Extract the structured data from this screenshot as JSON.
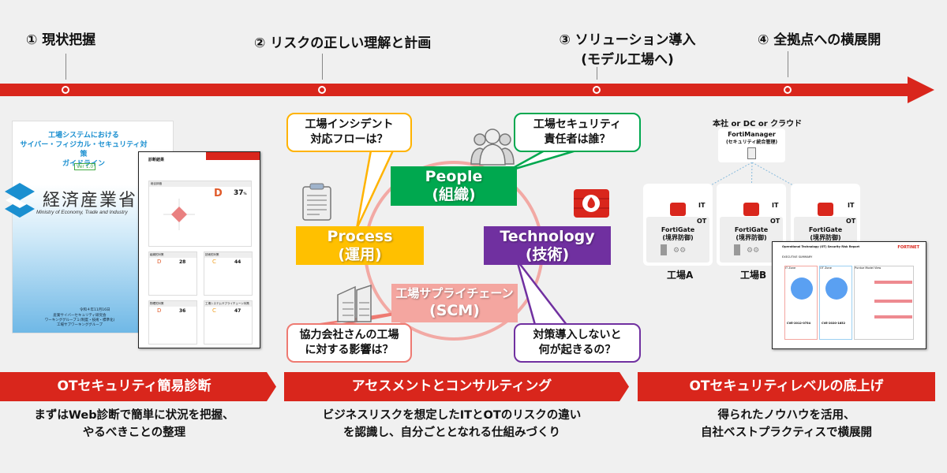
{
  "steps": [
    {
      "label": "① 現状把握"
    },
    {
      "label": "② リスクの正しい理解と計画"
    },
    {
      "label": "③ ソリューション導入",
      "label2": "(モデル工場へ)"
    },
    {
      "label": "④ 全拠点への横展開"
    }
  ],
  "guideline": {
    "title": "工場システムにおける\nサイバー・フィジカル・セキュリティ対策\nガイドライン",
    "version": "Ver 1.0",
    "ministry": "経済産業省",
    "ministry_en": "Ministry of Economy, Trade and Industry",
    "date": "令和４年11月16日",
    "org": "産業サイバーセキュリティ研究会\nワーキンググループ１(制度・技術・標準化)\n工場サブワーキンググループ"
  },
  "report": {
    "title": "診断結果",
    "overall": "総合評価",
    "grade": "D",
    "score": "37",
    "unit": "%",
    "cards": [
      {
        "title": "組織的対策",
        "grade": "D",
        "score": "28"
      },
      {
        "title": "技術的対策",
        "grade": "C",
        "score": "44"
      },
      {
        "title": "物理的対策",
        "grade": "D",
        "score": "36"
      },
      {
        "title": "工場システムサプライチェーン対策",
        "grade": "C",
        "score": "47"
      }
    ]
  },
  "center": {
    "people": {
      "en": "People",
      "ja": "(組織)",
      "color": "#00a84f"
    },
    "process": {
      "en": "Process",
      "ja": "(運用)",
      "color": "#ffc000"
    },
    "technology": {
      "en": "Technology",
      "ja": "(技術)",
      "color": "#7030a0"
    },
    "scm": {
      "en": "工場サプライチェーン",
      "ja": "(SCM)",
      "color": "#f4a6a0"
    },
    "q_process": "工場インシデント\n対応フローは？",
    "q_people": "工場セキュリティ\n責任者は誰？",
    "q_scm": "協力会社さんの工場\nに対する影響は？",
    "q_tech": "対策導入しないと\n何が起きるの？"
  },
  "network": {
    "hq": "本社 or DC or クラウド",
    "manager": "FortiManager",
    "manager_sub": "(セキュリティ統合管理)",
    "gate": "FortiGate",
    "gate_sub": "(境界防御)",
    "it": "IT",
    "ot": "OT",
    "factories": [
      "工場A",
      "工場B"
    ],
    "otreport": {
      "title": "Operational Technology (OT) Security Risk Report",
      "summary": "EXECUTIVE SUMMARY",
      "brand": "FORTINET",
      "zones": [
        "IT Zone",
        "OT Zone",
        "Purdue Model View"
      ],
      "cves": [
        "CVE-2012-0754",
        "CVE-2020-1852"
      ]
    }
  },
  "banners": [
    {
      "label": "OTセキュリティ簡易診断",
      "desc": "まずはWeb診断で簡単に状況を把握、\nやるべきことの整理"
    },
    {
      "label": "アセスメントとコンサルティング",
      "desc": "ビジネスリスクを想定したITとOTのリスクの違い\nを認識し、自分ごととなれる仕組みづくり"
    },
    {
      "label": "OTセキュリティレベルの底上げ",
      "desc": "得られたノウハウを活用、\n自社ベストプラクティスで横展開"
    }
  ],
  "colors": {
    "accent": "#d9261c",
    "background": "#f0f0f0"
  }
}
